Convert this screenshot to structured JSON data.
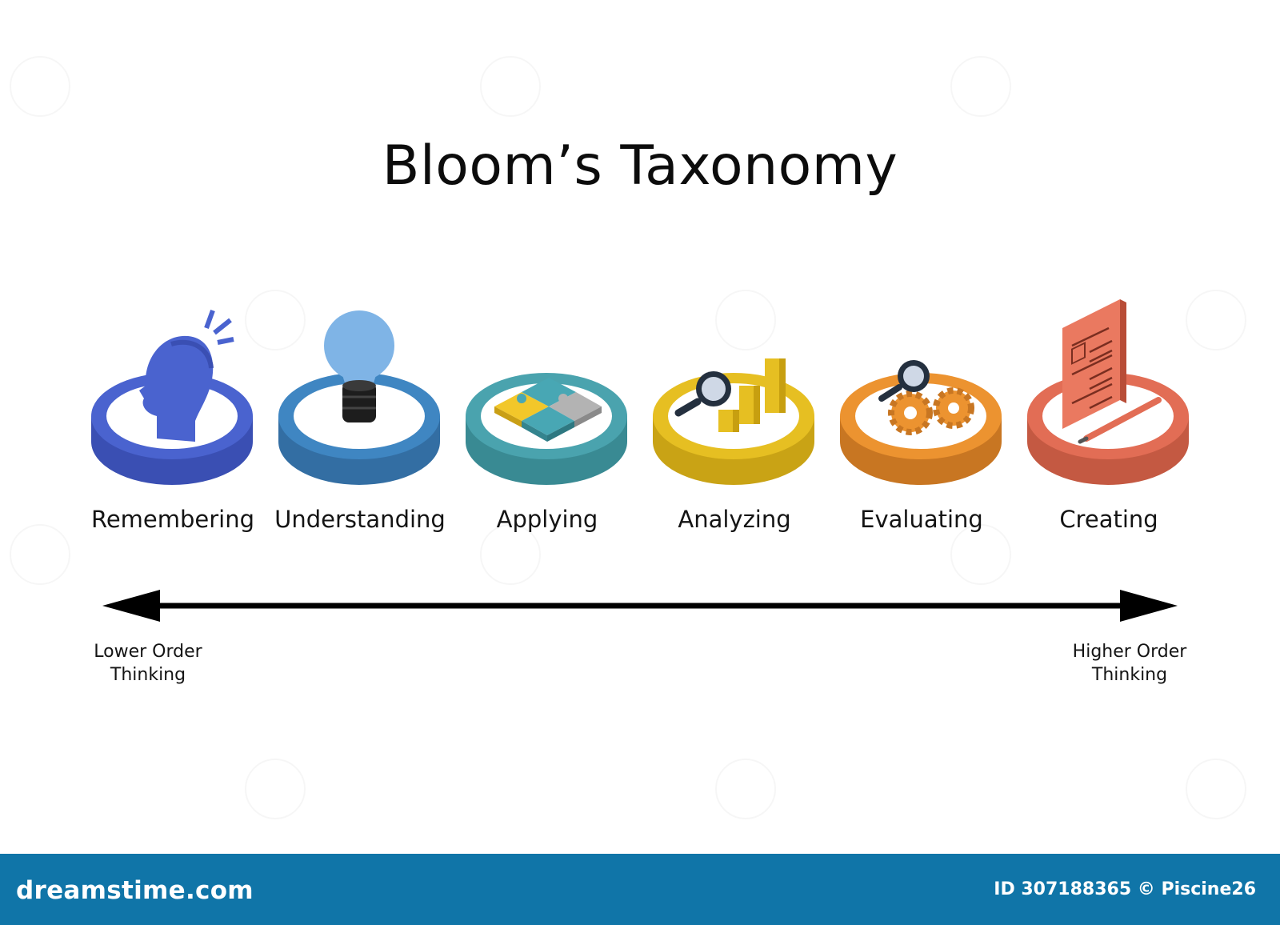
{
  "title": "Bloom’s Taxonomy",
  "levels": [
    {
      "label": "Remembering",
      "color": "#4a63cf",
      "icon": "head-icon"
    },
    {
      "label": "Understanding",
      "color": "#3f86c2",
      "icon": "lightbulb-icon"
    },
    {
      "label": "Applying",
      "color": "#4aa3ae",
      "icon": "puzzle-icon"
    },
    {
      "label": "Analyzing",
      "color": "#e6bf22",
      "icon": "magnifier-chart-icon"
    },
    {
      "label": "Evaluating",
      "color": "#ec9330",
      "icon": "magnifier-gears-icon"
    },
    {
      "label": "Creating",
      "color": "#e26d55",
      "icon": "document-pen-icon"
    }
  ],
  "axis": {
    "left_label_line1": "Lower Order",
    "left_label_line2": "Thinking",
    "right_label_line1": "Higher Order",
    "right_label_line2": "Thinking"
  },
  "footer": {
    "brand": "dreamstime.com",
    "credit": "ID 307188365 © Piscine26"
  }
}
